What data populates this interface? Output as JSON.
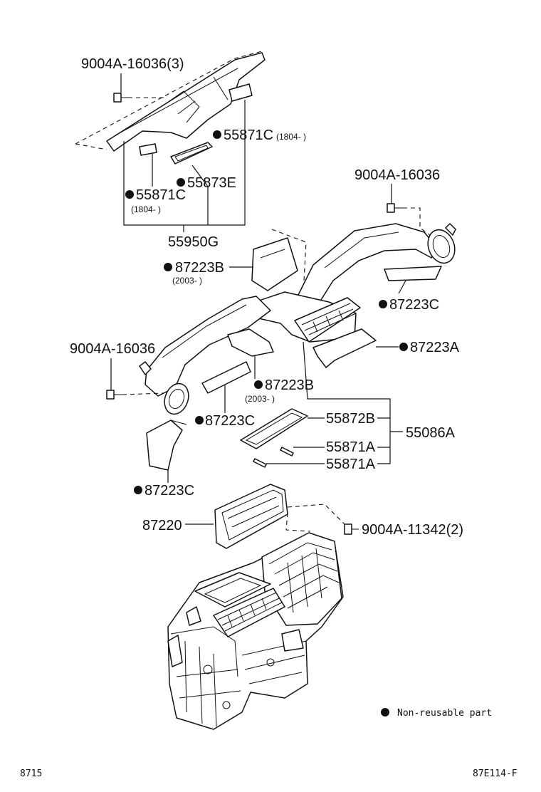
{
  "labels": {
    "bolt_top_left": "9004A-16036(3)",
    "bolt_right": "9004A-16036",
    "bolt_left": "9004A-16036",
    "bolt_bottom": "9004A-11342(2)",
    "p55871C_top": "55871C",
    "p55871C_top_sub": "(1804-      )",
    "p55873E": "55873E",
    "p55871C_left": "55871C",
    "p55871C_left_sub": "(1804-      )",
    "p55950G": "55950G",
    "p87223B_top": "87223B",
    "p87223B_top_sub": "(2003-      )",
    "p87223C_right": "87223C",
    "p87223A": "87223A",
    "p87223B_mid": "87223B",
    "p87223B_mid_sub": "(2003-      )",
    "p87223C_mid": "87223C",
    "p55872B": "55872B",
    "p55871A_1": "55871A",
    "p55871A_2": "55871A",
    "p55086A": "55086A",
    "p87223C_bottom": "87223C",
    "p87220": "87220"
  },
  "legend": {
    "text": "Non-reusable part"
  },
  "footer": {
    "left_code": "8715",
    "right_code": "87E114-F"
  },
  "colors": {
    "line": "#111111",
    "background": "#ffffff"
  }
}
